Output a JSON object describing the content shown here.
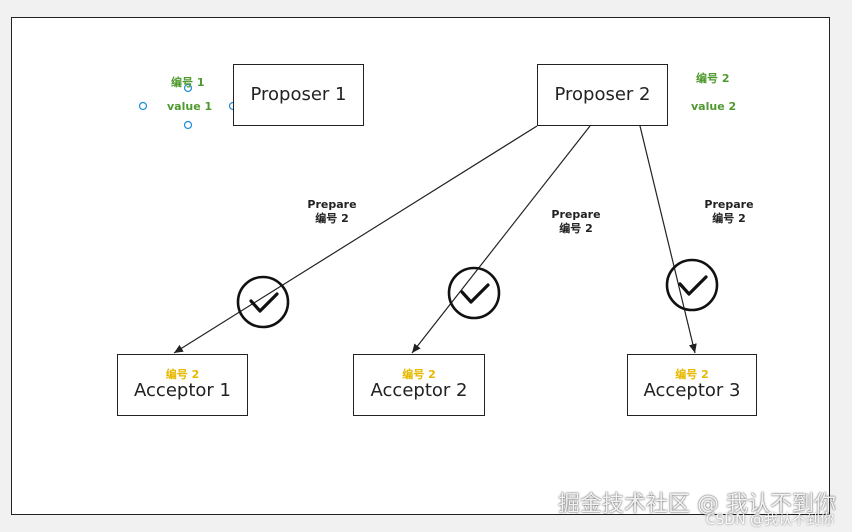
{
  "proposers": [
    {
      "name": "Proposer 1",
      "number": "编号 1",
      "value": "value 1"
    },
    {
      "name": "Proposer 2",
      "number": "编号 2",
      "value": "value 2"
    }
  ],
  "acceptors": [
    {
      "name": "Acceptor 1",
      "tag": "编号 2"
    },
    {
      "name": "Acceptor 2",
      "tag": "编号 2"
    },
    {
      "name": "Acceptor 3",
      "tag": "编号 2"
    }
  ],
  "messages": [
    {
      "kind": "Prepare",
      "number": "编号 2"
    },
    {
      "kind": "Prepare",
      "number": "编号 2"
    },
    {
      "kind": "Prepare",
      "number": "编号 2"
    }
  ],
  "colors": {
    "value_label": "#4f9a2f",
    "acceptor_tag": "#e6b800",
    "selection_handle": "#1f8dd6"
  },
  "watermark": {
    "main": "掘金技术社区 @ 我认不到你",
    "sub": "CSDN @我认不到你"
  }
}
